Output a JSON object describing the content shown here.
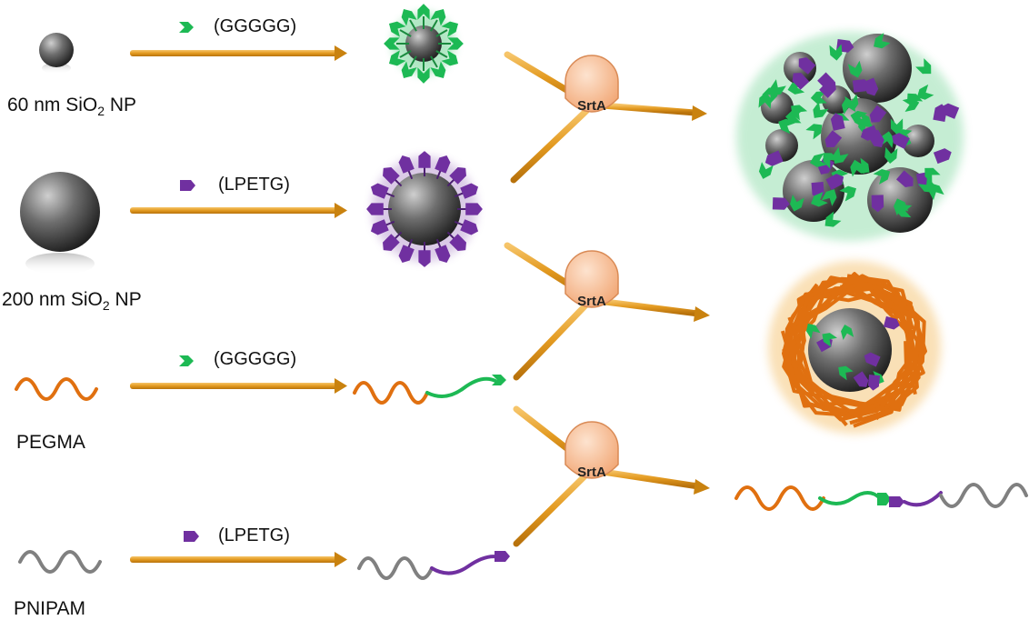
{
  "labels": {
    "np60": {
      "pre": "60 nm SiO",
      "sub": "2",
      "post": " NP"
    },
    "np200": {
      "pre": "200 nm SiO",
      "sub": "2",
      "post": " NP"
    },
    "pegma": "PEGMA",
    "pnipam": "PNIPAM"
  },
  "tags": {
    "row1": "(GGGGG)",
    "row2": "(LPETG)",
    "row3": "(GGGGG)",
    "row4": "(LPETG)"
  },
  "enzymes": [
    "SrtA",
    "SrtA",
    "SrtA"
  ],
  "colors": {
    "arrow": "#f0a830",
    "gly": "#1db954",
    "lpetg": "#7030a0",
    "pegma": "#e07010",
    "pnipam": "#808080",
    "enzyme": "#f8c8a0",
    "particle": "#404040"
  }
}
